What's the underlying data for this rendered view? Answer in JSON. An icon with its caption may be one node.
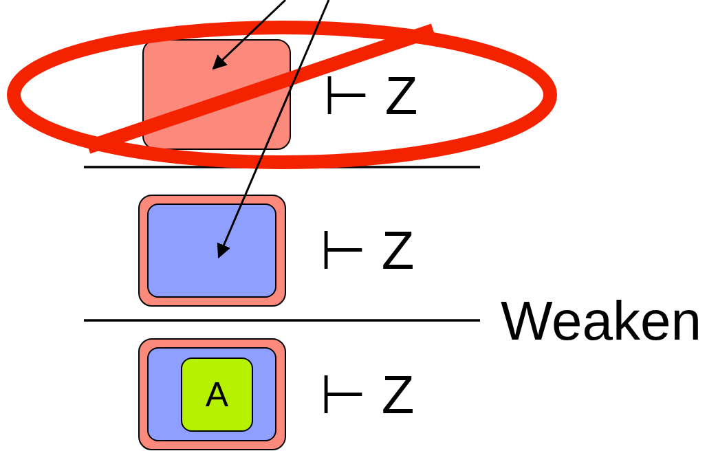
{
  "diagram": {
    "nodes": [
      {
        "text": [],
        "shape": "box"
      },
      {
        "text": [],
        "shape": "box"
      },
      {
        "text": [],
        "shape": "box",
        "in": 1
      },
      {
        "text": [],
        "shape": "box"
      },
      {
        "text": [],
        "shape": "box",
        "in": 3
      },
      {
        "text": [
          "A"
        ],
        "in": 4
      }
    ],
    "edges": [
      {
        "from": null,
        "to": 0,
        "arrow": "to"
      },
      {
        "from": null,
        "to": 2,
        "arrow": "to"
      }
    ],
    "labels": [
      "⊢ Z",
      "⊢ Z",
      "⊢ Z",
      "Weaken"
    ]
  }
}
